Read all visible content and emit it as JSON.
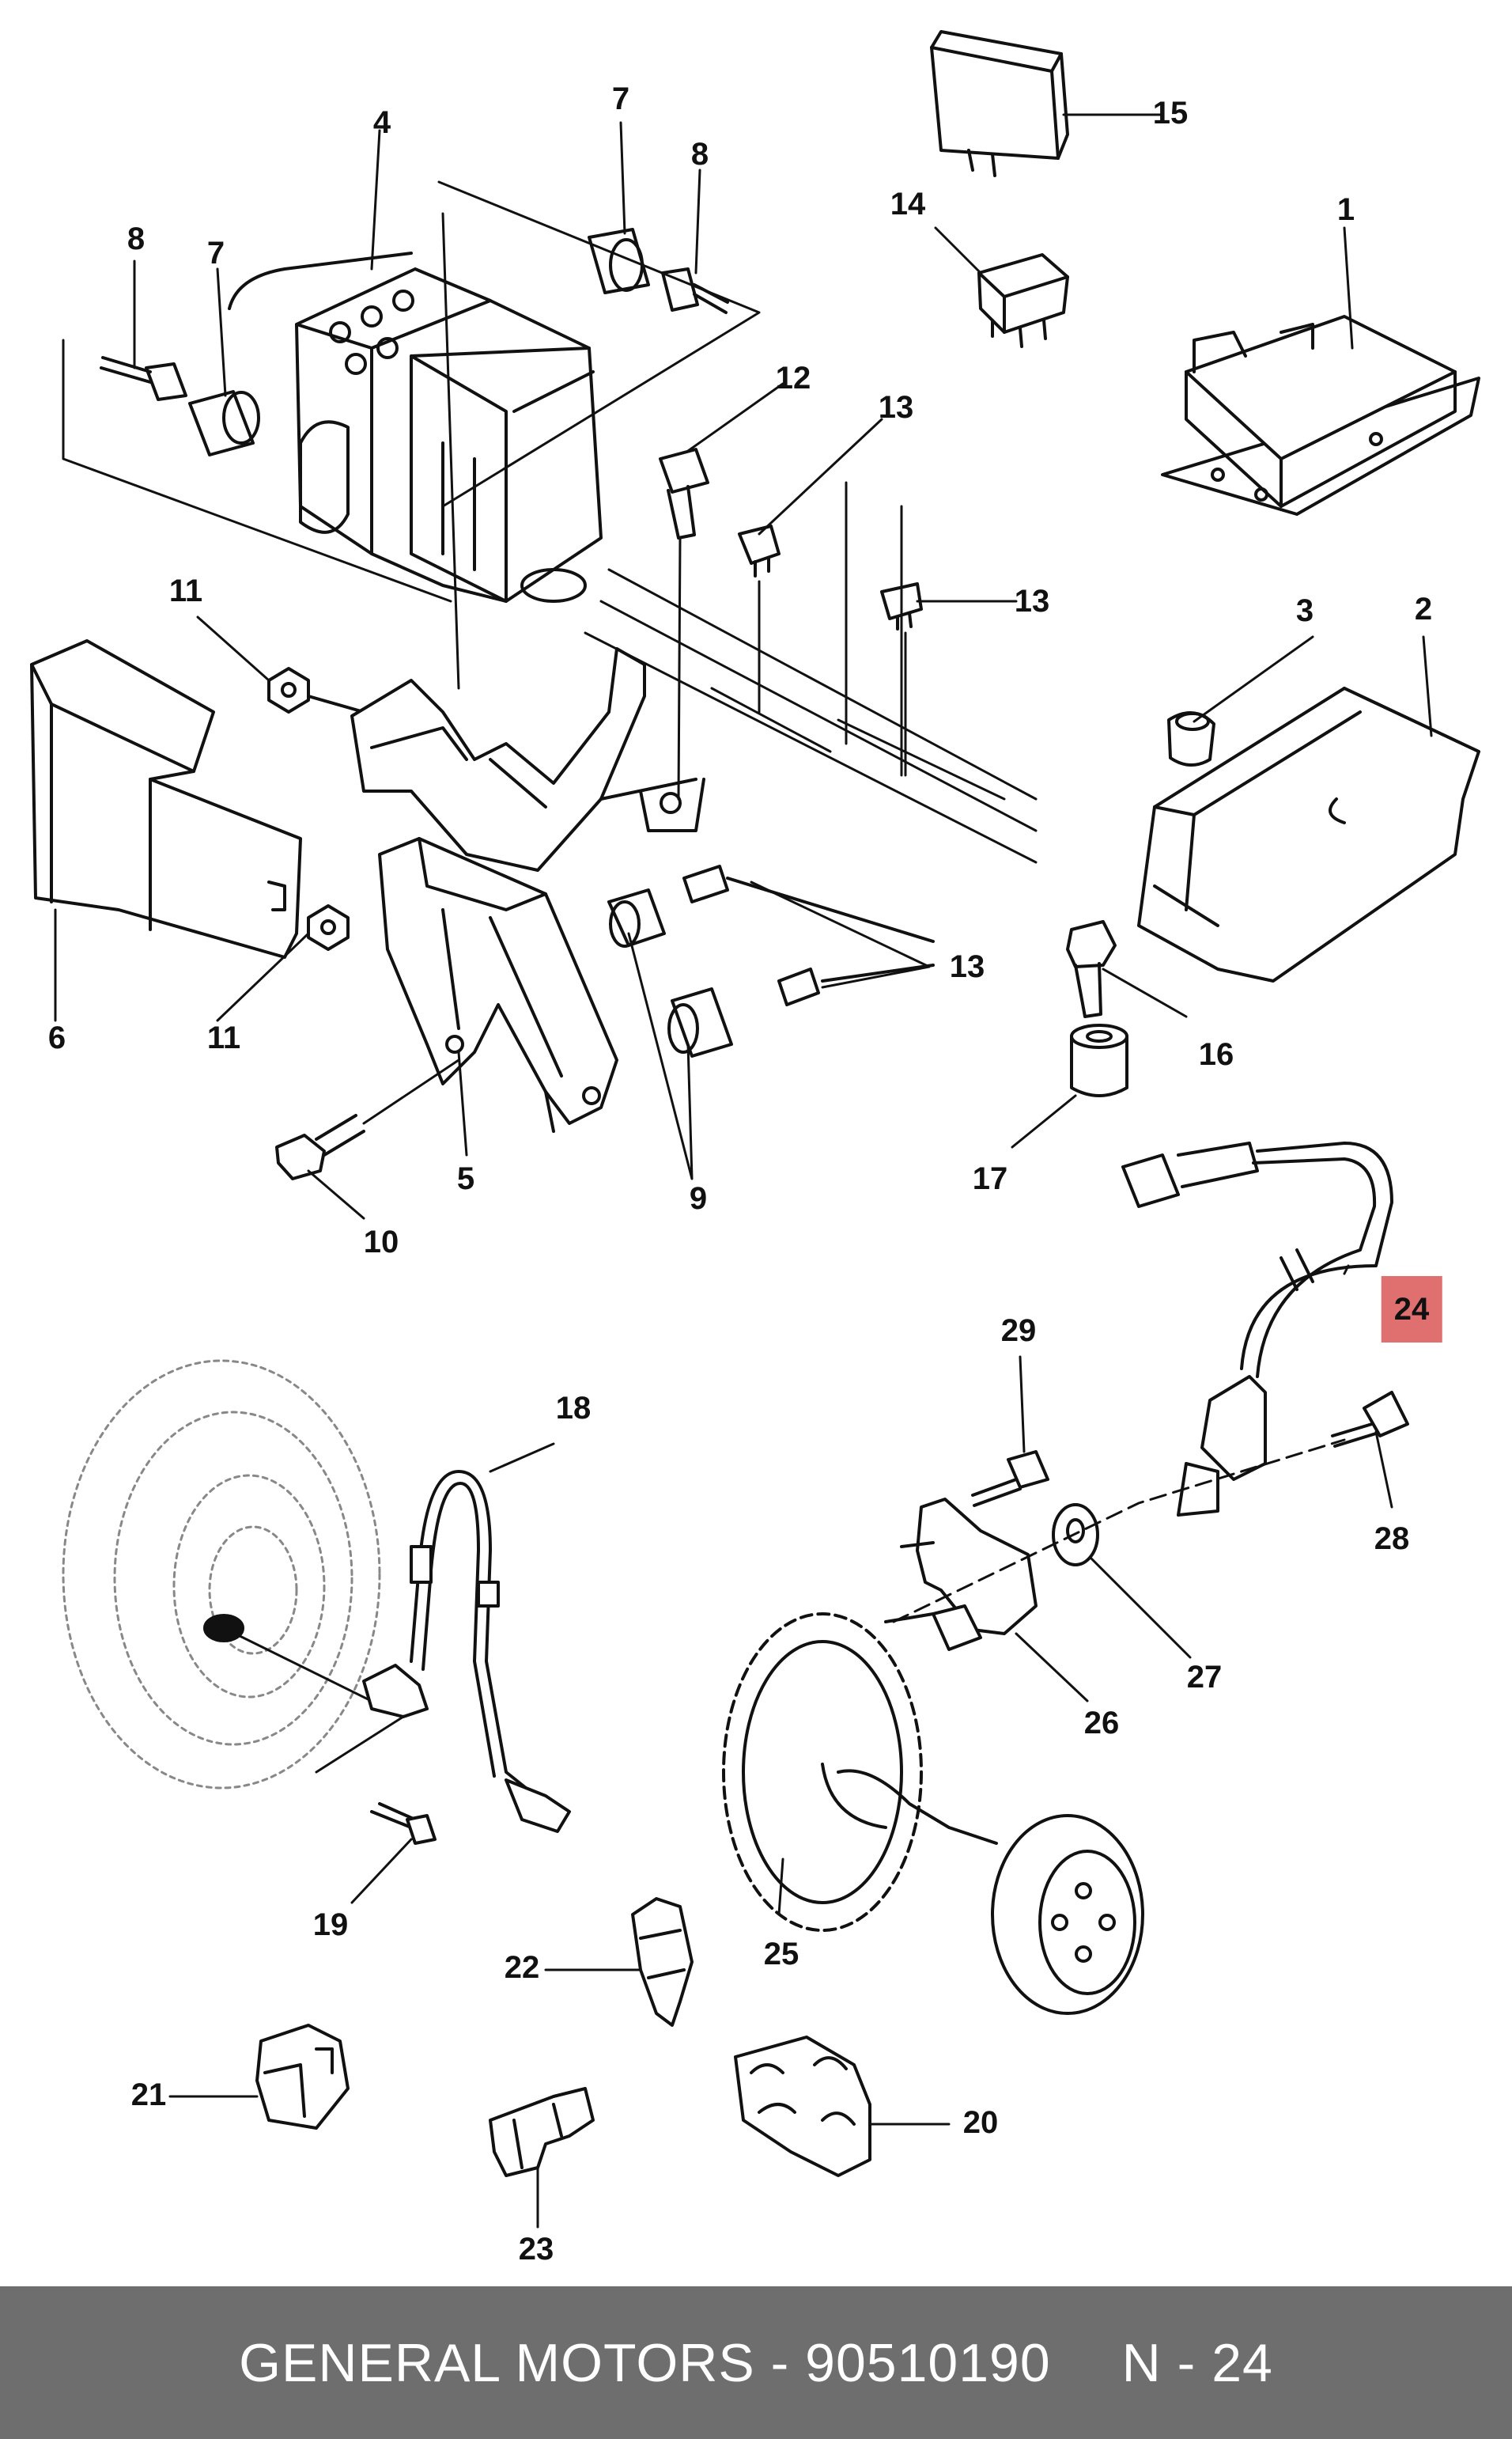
{
  "diagram": {
    "callouts": [
      {
        "id": "1",
        "label": "1"
      },
      {
        "id": "2",
        "label": "2"
      },
      {
        "id": "3",
        "label": "3"
      },
      {
        "id": "4",
        "label": "4"
      },
      {
        "id": "5",
        "label": "5"
      },
      {
        "id": "6",
        "label": "6"
      },
      {
        "id": "7a",
        "label": "7"
      },
      {
        "id": "7b",
        "label": "7"
      },
      {
        "id": "8a",
        "label": "8"
      },
      {
        "id": "8b",
        "label": "8"
      },
      {
        "id": "9",
        "label": "9"
      },
      {
        "id": "10",
        "label": "10"
      },
      {
        "id": "11a",
        "label": "11"
      },
      {
        "id": "11b",
        "label": "11"
      },
      {
        "id": "12",
        "label": "12"
      },
      {
        "id": "13a",
        "label": "13"
      },
      {
        "id": "13b",
        "label": "13"
      },
      {
        "id": "13c",
        "label": "13"
      },
      {
        "id": "14",
        "label": "14"
      },
      {
        "id": "15",
        "label": "15"
      },
      {
        "id": "16",
        "label": "16"
      },
      {
        "id": "17",
        "label": "17"
      },
      {
        "id": "18",
        "label": "18"
      },
      {
        "id": "19",
        "label": "19"
      },
      {
        "id": "20",
        "label": "20"
      },
      {
        "id": "21",
        "label": "21"
      },
      {
        "id": "22",
        "label": "22"
      },
      {
        "id": "23",
        "label": "23"
      },
      {
        "id": "24",
        "label": "24",
        "highlight": true
      },
      {
        "id": "25",
        "label": "25"
      },
      {
        "id": "26",
        "label": "26"
      },
      {
        "id": "27",
        "label": "27"
      },
      {
        "id": "28",
        "label": "28"
      },
      {
        "id": "29",
        "label": "29"
      }
    ],
    "highlight_color": "#e07070"
  },
  "footer": {
    "brand": "GENERAL MOTORS",
    "separator": " - ",
    "part_number": "90510190",
    "ref": "N - 24",
    "background": "#6e6e6e"
  }
}
